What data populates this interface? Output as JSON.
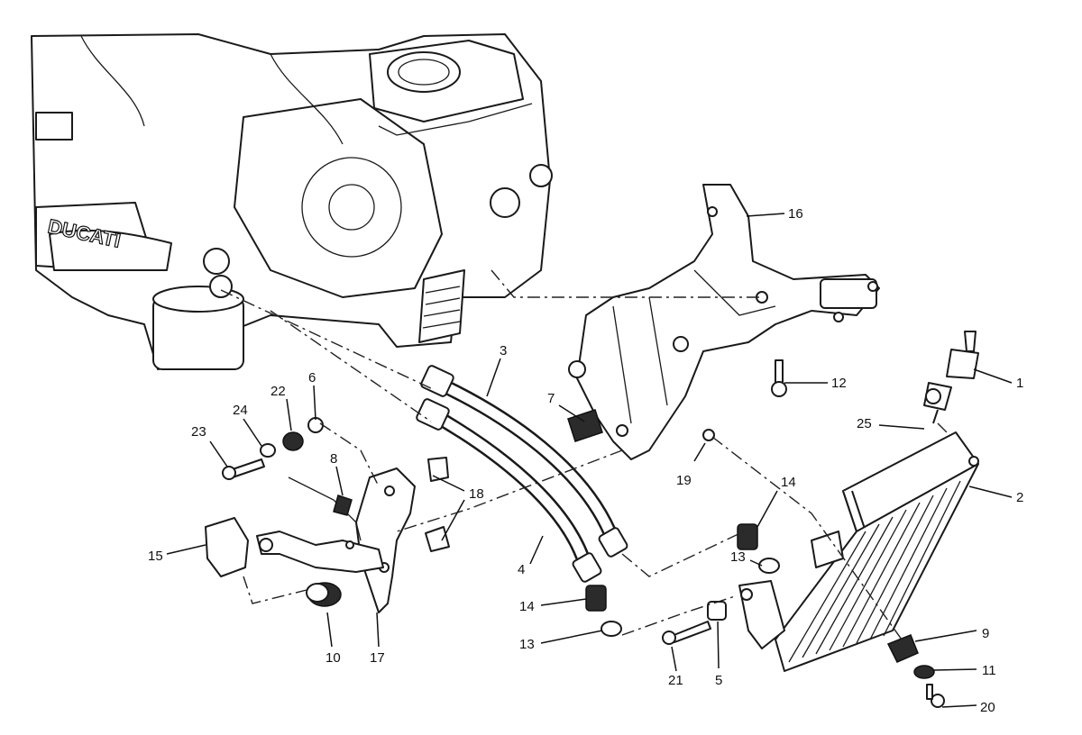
{
  "engine": {
    "brand_text": "DUCATI"
  },
  "callouts": {
    "c1": "1",
    "c2": "2",
    "c3": "3",
    "c4": "4",
    "c5": "5",
    "c6": "6",
    "c7": "7",
    "c8": "8",
    "c9": "9",
    "c10": "10",
    "c11": "11",
    "c12": "12",
    "c13a": "13",
    "c13b": "13",
    "c14a": "14",
    "c14b": "14",
    "c15": "15",
    "c16": "16",
    "c17": "17",
    "c18": "18",
    "c19": "19",
    "c20": "20",
    "c21": "21",
    "c22": "22",
    "c23": "23",
    "c24": "24",
    "c25": "25"
  }
}
